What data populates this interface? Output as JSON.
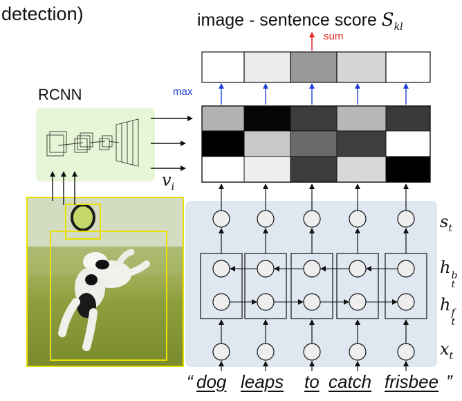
{
  "heading": "detection)",
  "score_title": {
    "text": "image - sentence score ",
    "symbol": "S",
    "subscript": "kl"
  },
  "sum_label": "sum",
  "max_label": "max",
  "rcnn_label": "RCNN",
  "v_label": {
    "symbol": "v",
    "subscript": "i"
  },
  "rnn_labels": {
    "s": {
      "symbol": "s",
      "subscript": "t"
    },
    "hb": {
      "symbol": "h",
      "subscript": "t",
      "superscript": "b"
    },
    "hf": {
      "symbol": "h",
      "subscript": "t",
      "superscript": "f"
    },
    "x": {
      "symbol": "x",
      "subscript": "t"
    }
  },
  "sentence": {
    "open_quote": "“",
    "close_quote": "”",
    "words": [
      "dog",
      "leaps",
      "to",
      "catch",
      "frisbee"
    ]
  },
  "score_row_grays": [
    "#ffffff",
    "#ececec",
    "#999999",
    "#d6d6d6",
    "#ffffff"
  ],
  "matrix_grays": [
    [
      "#b3b3b3",
      "#050505",
      "#3c3c3c",
      "#b8b8b8",
      "#3a3a3a"
    ],
    [
      "#000000",
      "#c8c8c8",
      "#6a6a6a",
      "#3e3e3e",
      "#ffffff"
    ],
    [
      "#ffffff",
      "#efefef",
      "#3c3c3c",
      "#d8d8d8",
      "#000000"
    ]
  ],
  "colors": {
    "sum_arrow": "#e0241b",
    "max_arrow": "#1f3fd6",
    "rcnn_background": "#e6f6d6",
    "rnn_background": "#dfe8f1",
    "box_border": "#e8e000",
    "node_fill": "#eeeeee"
  },
  "icons": [
    "cnn-layers-icon",
    "dog-photo-image"
  ]
}
